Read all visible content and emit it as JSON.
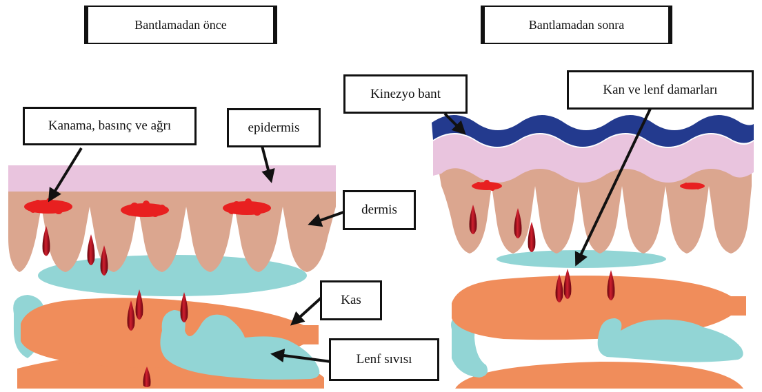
{
  "titles": {
    "before": "Bantlamadan önce",
    "after": "Bantlamadan sonra"
  },
  "labels": {
    "bleeding": "Kanama, basınç ve ağrı",
    "epidermis": "epidermis",
    "dermis": "dermis",
    "muscle": "Kas",
    "lymph": "Lenf sıvısı",
    "tape": "Kinezyo bant",
    "vessels": "Kan ve lenf damarları"
  },
  "colors": {
    "epidermis": "#E9C4DE",
    "dermis": "#DBA68F",
    "lymph_fluid": "#92D5D5",
    "muscle": "#F08D5B",
    "tape": "#233A8E",
    "blood": "#E82020",
    "vessel_dark": "#7A0A14",
    "background": "#FFFFFF"
  }
}
